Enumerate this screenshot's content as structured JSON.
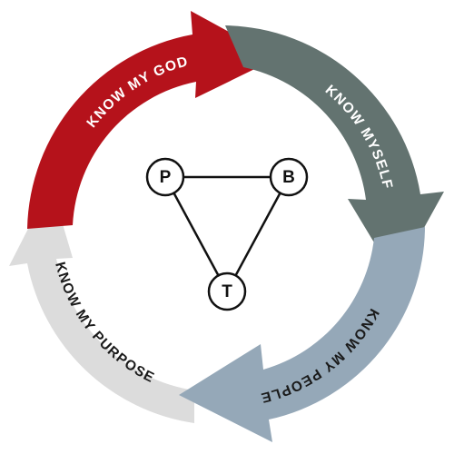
{
  "cycle": {
    "segments": [
      {
        "key": "god",
        "label": "KNOW MY GOD",
        "color": "#b5121b",
        "text_color": "#ffffff"
      },
      {
        "key": "myself",
        "label": "KNOW MYSELF",
        "color": "#637370",
        "text_color": "#ffffff"
      },
      {
        "key": "people",
        "label": "KNOW MY PEOPLE",
        "color": "#95a8b8",
        "text_color": "#1a1a1a"
      },
      {
        "key": "purpose",
        "label": "KNOW MY PURPOSE",
        "color": "#dcdcdc",
        "text_color": "#1a1a1a"
      }
    ]
  },
  "triangle": {
    "nodes": [
      {
        "key": "p",
        "letter": "P"
      },
      {
        "key": "b",
        "letter": "B"
      },
      {
        "key": "t",
        "letter": "T"
      }
    ]
  }
}
